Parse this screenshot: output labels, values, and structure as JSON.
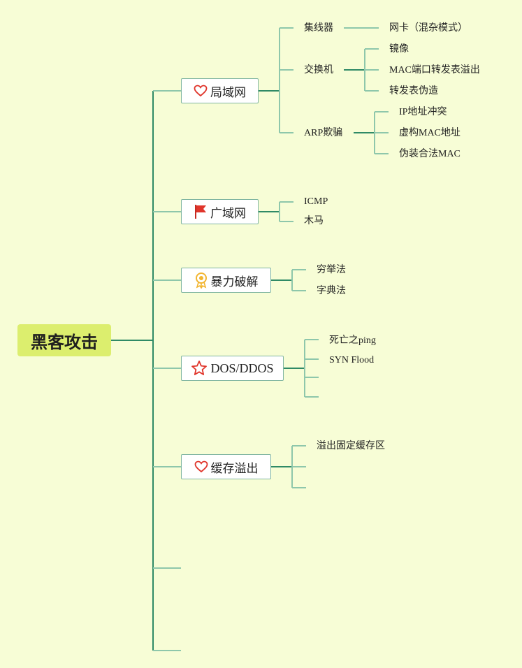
{
  "root": {
    "label": "黑客攻击"
  },
  "topics": {
    "lan": {
      "label": "局域网",
      "icon": "heart-icon",
      "children": {
        "hub": {
          "label": "集线器",
          "children": [
            "网卡（混杂模式）"
          ]
        },
        "switch": {
          "label": "交换机",
          "children": [
            "镜像",
            "MAC端口转发表溢出",
            "转发表伪造"
          ]
        },
        "arp": {
          "label": "ARP欺骗",
          "children": [
            "IP地址冲突",
            "虚构MAC地址",
            "伪装合法MAC"
          ]
        }
      }
    },
    "wan": {
      "label": "广域网",
      "icon": "flag-icon",
      "children": [
        "ICMP",
        "木马"
      ]
    },
    "brute": {
      "label": "暴力破解",
      "icon": "award-icon",
      "children": [
        "穷举法",
        "字典法"
      ]
    },
    "dos": {
      "label": "DOS/DDOS",
      "icon": "star-icon",
      "children": [
        "死亡之ping",
        "SYN Flood"
      ]
    },
    "overflow": {
      "label": "缓存溢出",
      "icon": "heart-icon",
      "children": [
        "溢出固定缓存区"
      ]
    }
  },
  "colors": {
    "background": "#f7fdd6",
    "root_fill": "#dcee6e",
    "connector": "#2f8a66",
    "connector_light": "#8ec7ab",
    "icon_red": "#e0352b",
    "icon_gold": "#f2b531"
  }
}
